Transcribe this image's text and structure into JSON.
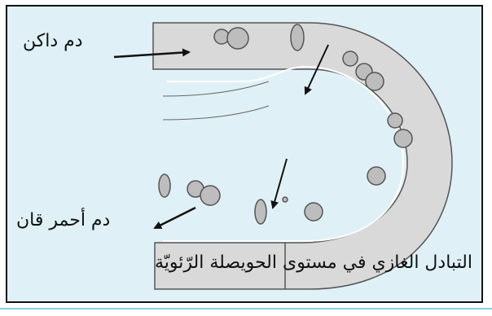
{
  "labels": {
    "dark_blood": "دم داكن",
    "bright_red_blood": "دم أحمر قان"
  },
  "caption": "التبادل الغازي في مستوى الحويصلة الرّئويّة",
  "colors": {
    "panel_background": "#dff1f7",
    "capillary_fill": "#d9d9d9",
    "cell_fill": "#bdbdbd",
    "outline": "#444444",
    "accent_line": "#7fd0ea"
  }
}
